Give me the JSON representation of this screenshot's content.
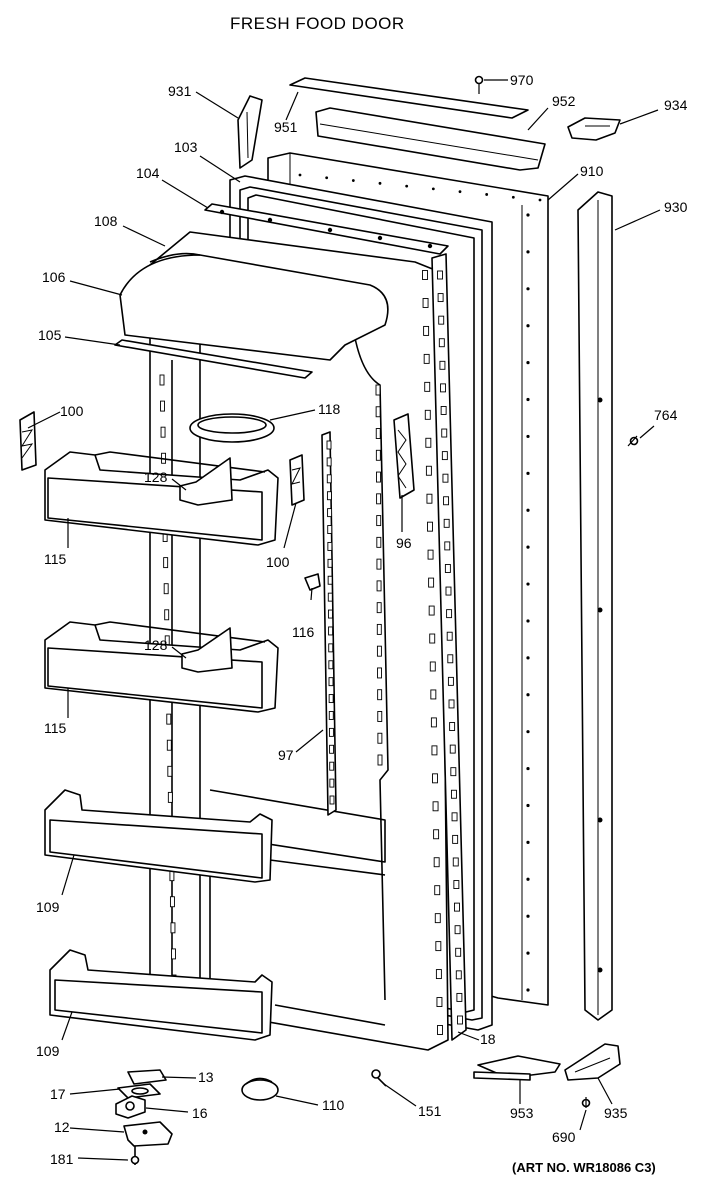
{
  "title": "FRESH FOOD DOOR",
  "art_number": "(ART NO. WR18086 C3)",
  "callouts": [
    {
      "id": "931",
      "label": "931"
    },
    {
      "id": "951",
      "label": "951"
    },
    {
      "id": "970",
      "label": "970"
    },
    {
      "id": "952",
      "label": "952"
    },
    {
      "id": "934",
      "label": "934"
    },
    {
      "id": "103",
      "label": "103"
    },
    {
      "id": "910",
      "label": "910"
    },
    {
      "id": "104",
      "label": "104"
    },
    {
      "id": "930",
      "label": "930"
    },
    {
      "id": "108",
      "label": "108"
    },
    {
      "id": "106",
      "label": "106"
    },
    {
      "id": "105",
      "label": "105"
    },
    {
      "id": "100a",
      "label": "100"
    },
    {
      "id": "118",
      "label": "118"
    },
    {
      "id": "764",
      "label": "764"
    },
    {
      "id": "128a",
      "label": "128"
    },
    {
      "id": "96",
      "label": "96"
    },
    {
      "id": "115a",
      "label": "115"
    },
    {
      "id": "100b",
      "label": "100"
    },
    {
      "id": "116",
      "label": "116"
    },
    {
      "id": "128b",
      "label": "128"
    },
    {
      "id": "115b",
      "label": "115"
    },
    {
      "id": "97",
      "label": "97"
    },
    {
      "id": "109a",
      "label": "109"
    },
    {
      "id": "109b",
      "label": "109"
    },
    {
      "id": "18",
      "label": "18"
    },
    {
      "id": "13",
      "label": "13"
    },
    {
      "id": "17",
      "label": "17"
    },
    {
      "id": "110",
      "label": "110"
    },
    {
      "id": "151",
      "label": "151"
    },
    {
      "id": "16",
      "label": "16"
    },
    {
      "id": "953",
      "label": "953"
    },
    {
      "id": "935",
      "label": "935"
    },
    {
      "id": "12",
      "label": "12"
    },
    {
      "id": "690",
      "label": "690"
    },
    {
      "id": "181",
      "label": "181"
    }
  ]
}
